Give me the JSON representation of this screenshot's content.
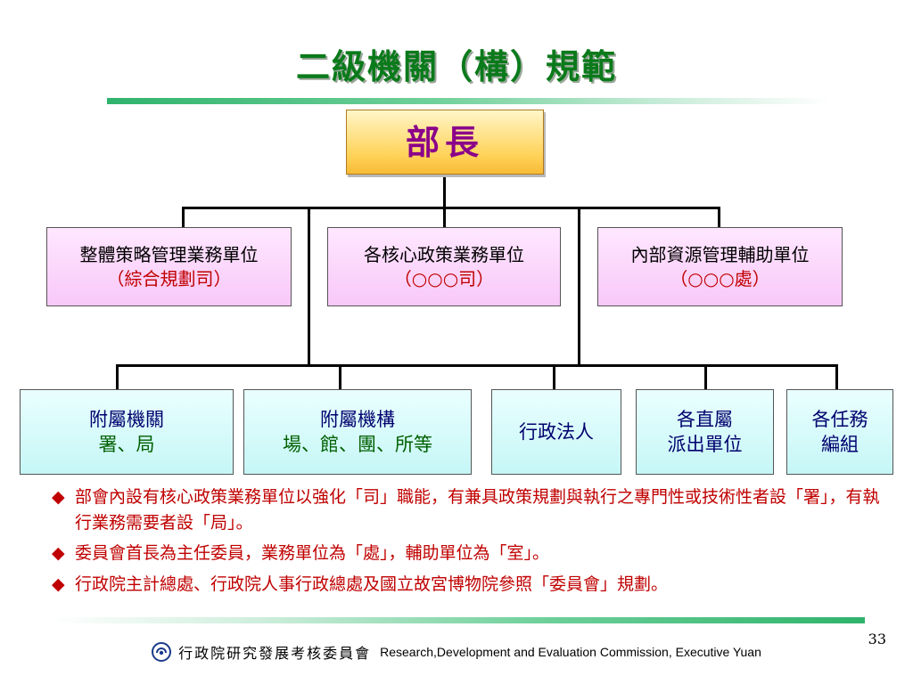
{
  "title": "二級機關（構）規範",
  "minister": "部長",
  "level2": [
    {
      "line1": "整體策略管理業務單位",
      "line2": "（綜合規劃司）"
    },
    {
      "line1": "各核心政策業務單位",
      "line2": "（○○○司）"
    },
    {
      "line1": "內部資源管理輔助單位",
      "line2": "（○○○處）"
    }
  ],
  "level3": [
    {
      "line1": "附屬機關",
      "line2": "署、局"
    },
    {
      "line1": "附屬機構",
      "line2": "場、館、團、所等"
    },
    {
      "line1": "行政法人"
    },
    {
      "line1": "各直屬",
      "line2": "派出單位"
    },
    {
      "line1": "各任務",
      "line2": "編組"
    }
  ],
  "notes": [
    "部會內設有核心政策業務單位以強化「司」職能，有兼具政策規劃與執行之專門性或技術性者設「署」，有執行業務需要者設「局」。",
    "委員會首長為主任委員，業務單位為「處」，輔助單位為「室」。",
    "行政院主計總處、行政院人事行政總處及國立故宮博物院參照「委員會」規劃。"
  ],
  "bullet_symbol": "◆",
  "footer": {
    "org_zh": "行政院研究發展考核委員會",
    "org_en": "Research,Development and Evaluation Commission, Executive Yuan",
    "logo_icon": "rdec-logo-icon"
  },
  "page_number": "33",
  "colors": {
    "title": "#0a7a1a",
    "minister_text": "#8a008a",
    "level2_line1": "#000000",
    "level2_line2": "#c00000",
    "level3_text": "#00006e",
    "notes": "#c00000",
    "accent_green": "#2fb36c"
  }
}
